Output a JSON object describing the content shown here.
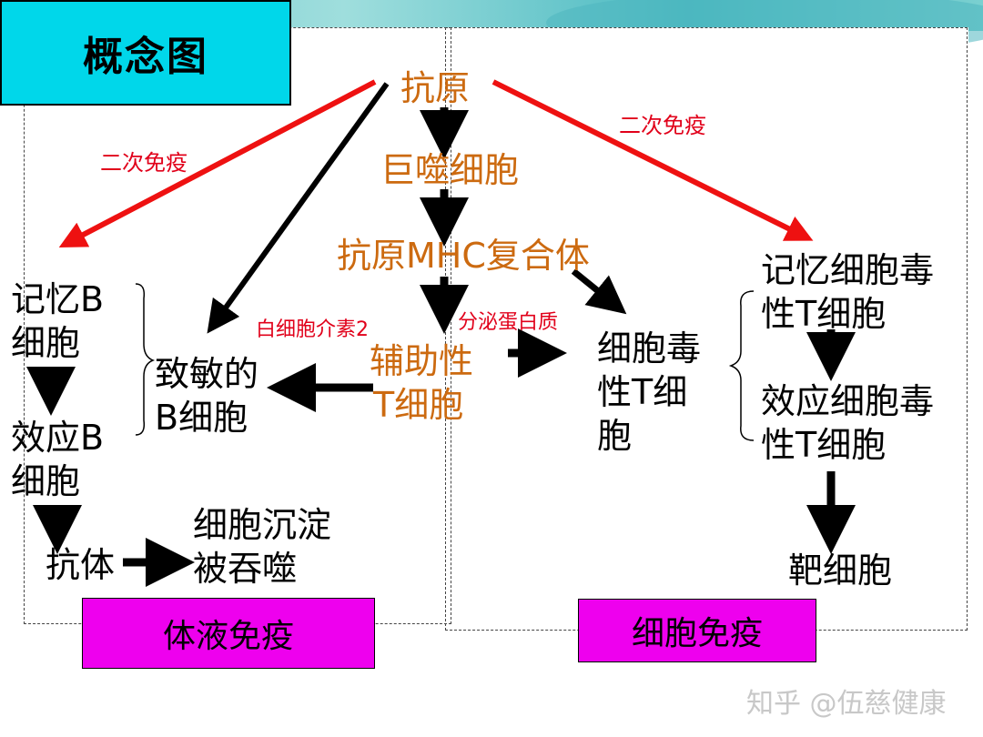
{
  "title": "概念图",
  "nodes": {
    "antigen": "抗原",
    "macrophage": "巨噬细胞",
    "mhc_complex": "抗原MHC复合体",
    "helper_t": [
      "辅助性",
      "T细胞"
    ],
    "memory_b": [
      "记忆B",
      "细胞"
    ],
    "effector_b": [
      "效应B",
      "细胞"
    ],
    "antibody": "抗体",
    "sediment": [
      "细胞沉淀",
      "被吞噬"
    ],
    "sensitized_b": [
      "致敏的",
      "B细胞"
    ],
    "cytotoxic_t": [
      "细胞毒",
      "性T细",
      "胞"
    ],
    "memory_cytotoxic_t": [
      "记忆细胞毒",
      "性T细胞"
    ],
    "effector_cytotoxic_t": [
      "效应细胞毒",
      "性T细胞"
    ],
    "target_cell": "靶细胞"
  },
  "edge_labels": {
    "secondary_left": "二次免疫",
    "secondary_right": "二次免疫",
    "interleukin": "白细胞介素2",
    "secretes_protein": "分泌蛋白质"
  },
  "boxes": {
    "humoral": "体液免疫",
    "cellular": "细胞免疫"
  },
  "watermark": "知乎 @伍慈健康",
  "colors": {
    "title_bg": "#00d7ea",
    "node_orange": "#cc6a10",
    "label_red": "#e1001a",
    "box_magenta": "#ee00ee",
    "arrow_red": "#ee1111"
  }
}
